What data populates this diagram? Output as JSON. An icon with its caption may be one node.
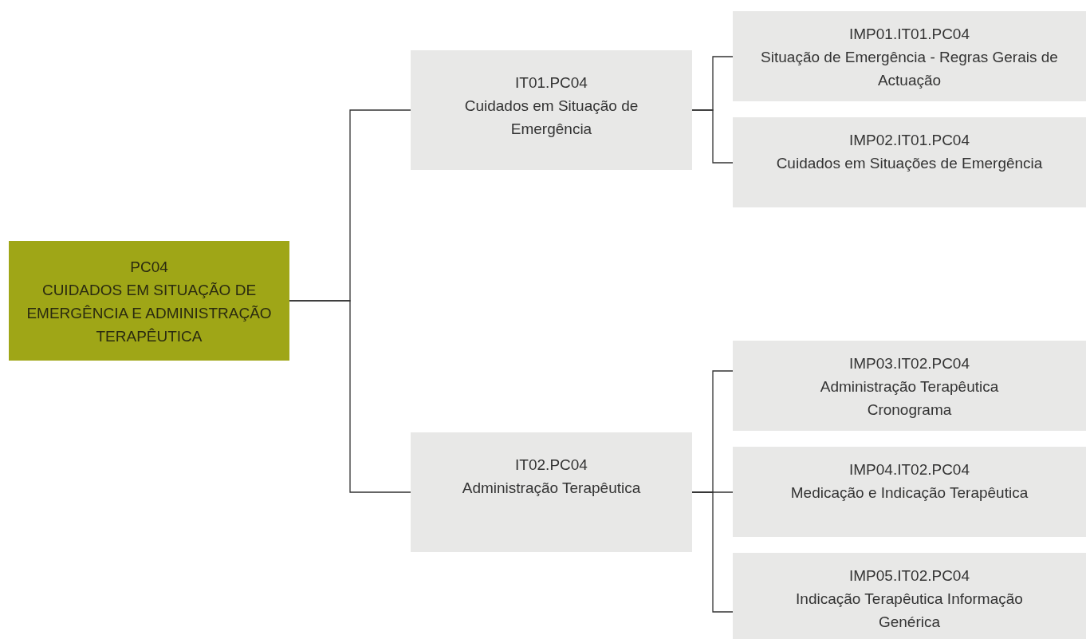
{
  "diagram": {
    "nodes": [
      {
        "text": [
          "PC04",
          "CUIDADOS EM SITUAÇÃO DE EMERGÊNCIA E ADMINISTRAÇÃO TERAPÊUTICA"
        ]
      },
      {
        "text": [
          "IT01.PC04",
          "Cuidados em Situação de Emergência"
        ]
      },
      {
        "text": [
          "IMP01.IT01.PC04",
          "Situação de Emergência - Regras Gerais de Actuação"
        ]
      },
      {
        "text": [
          "IMP02.IT01.PC04",
          "Cuidados em Situações de Emergência"
        ]
      },
      {
        "text": [
          "IT02.PC04",
          "Administração Terapêutica"
        ]
      },
      {
        "text": [
          "IMP03.IT02.PC04",
          "Administração Terapêutica Cronograma"
        ]
      },
      {
        "text": [
          "IMP04.IT02.PC04",
          "Medicação e Indicação Terapêutica"
        ]
      },
      {
        "text": [
          "IMP05.IT02.PC04",
          "Indicação Terapêutica Informação Genérica"
        ]
      }
    ],
    "edges": [
      {
        "from": 0,
        "to": 1,
        "arrow": "none"
      },
      {
        "from": 0,
        "to": 4,
        "arrow": "none"
      },
      {
        "from": 1,
        "to": 2,
        "arrow": "none"
      },
      {
        "from": 1,
        "to": 3,
        "arrow": "none"
      },
      {
        "from": 4,
        "to": 5,
        "arrow": "none"
      },
      {
        "from": 4,
        "to": 6,
        "arrow": "none"
      },
      {
        "from": 4,
        "to": 7,
        "arrow": "none"
      }
    ]
  }
}
